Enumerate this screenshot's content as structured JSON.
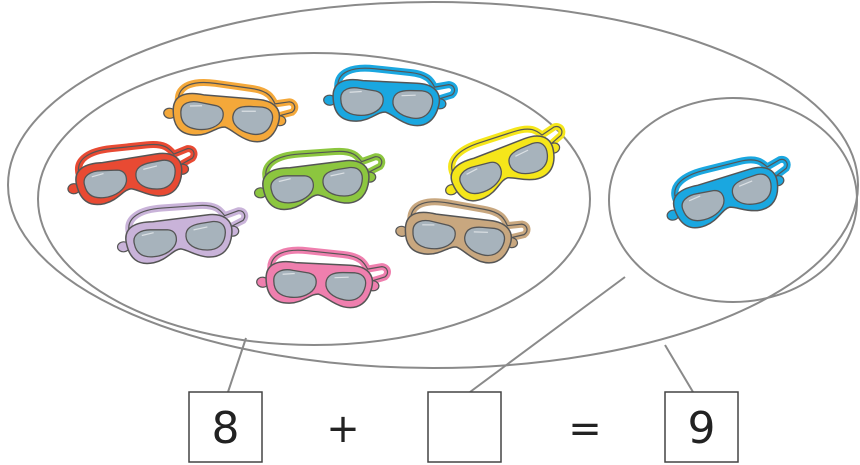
{
  "equation": {
    "left_value": "8",
    "plus_sign": "+",
    "missing_value": "",
    "equals_sign": "=",
    "total_value": "9"
  },
  "groups": {
    "left_set": {
      "count": 8,
      "goggle_colors": [
        "#f4a83a",
        "#1aa7e0",
        "#e84a33",
        "#8cc63f",
        "#f5e61a",
        "#c9b3d9",
        "#c8a77f",
        "#ef7fae"
      ]
    },
    "right_set": {
      "count": 1,
      "goggle_colors": [
        "#1aa7e0"
      ]
    }
  },
  "colors": {
    "outline": "#888888",
    "lens": "#a7b3bc",
    "box_border": "#444444"
  },
  "icons": [
    "swim-goggles-icon"
  ]
}
